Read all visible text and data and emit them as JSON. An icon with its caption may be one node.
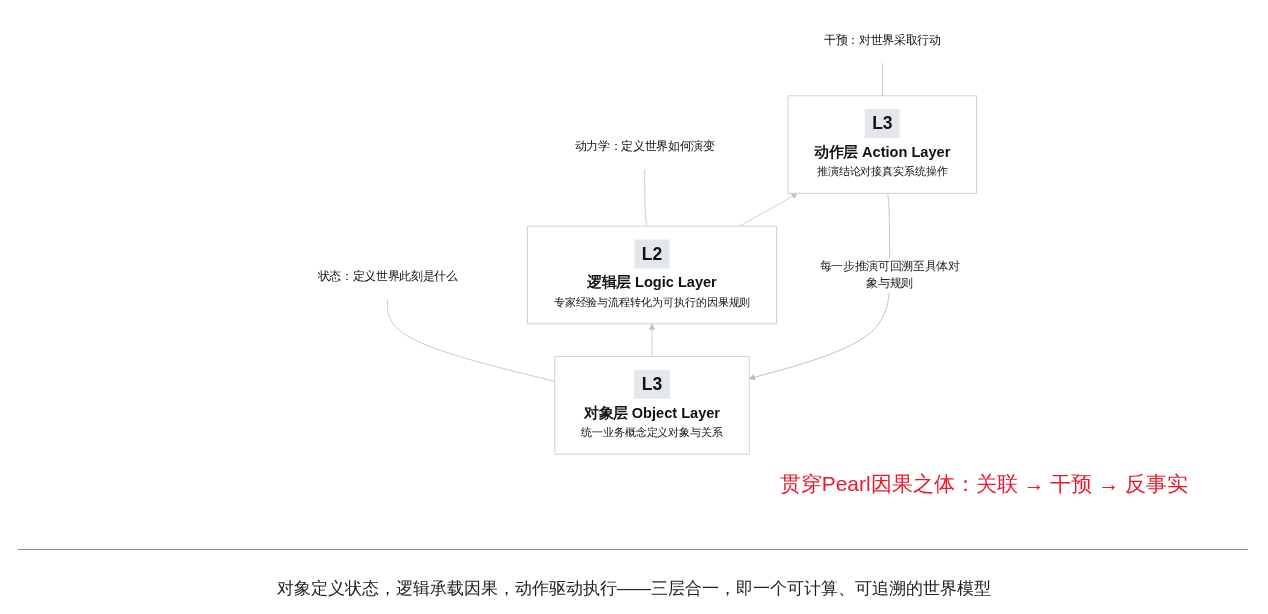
{
  "diagram": {
    "caption": "对象定义状态，逻辑承载因果，动作驱动执行——三层合一，即一个可计算、可追溯的世界模型",
    "nodes": [
      {
        "text": [
          "L3",
          "动作层 Action Layer",
          "推演结论对接真实系统操作"
        ]
      },
      {
        "text": [
          "干预：对世界采取行动"
        ]
      },
      {
        "text": [
          "L2",
          "逻辑层 Logic Layer",
          "专家经验与流程转化为可执行的因果规则"
        ]
      },
      {
        "text": [
          "动力学：定义世界如何演变"
        ]
      },
      {
        "text": [
          "L3",
          "对象层 Object Layer",
          "统一业务概念定义对象与关系"
        ]
      },
      {
        "text": [
          "状态：定义世界此刻是什么"
        ]
      }
    ],
    "edges": [
      {
        "from": 0,
        "to": 4,
        "arrow": "to",
        "label": "每一步推演可回溯至具体对象与规则",
        "color": "#b4bcc6"
      },
      {
        "from": 4,
        "to": 2,
        "arrow": "to"
      },
      {
        "from": 2,
        "to": 0,
        "arrow": "to"
      },
      {
        "from": 0,
        "to": 1,
        "arrow": "none"
      },
      {
        "from": 2,
        "to": 3,
        "arrow": "none"
      },
      {
        "from": 4,
        "to": 5,
        "arrow": "none"
      }
    ],
    "labels": [
      "贯穿Pearl因果之体：关联 → 干预 → 反事实"
    ]
  }
}
